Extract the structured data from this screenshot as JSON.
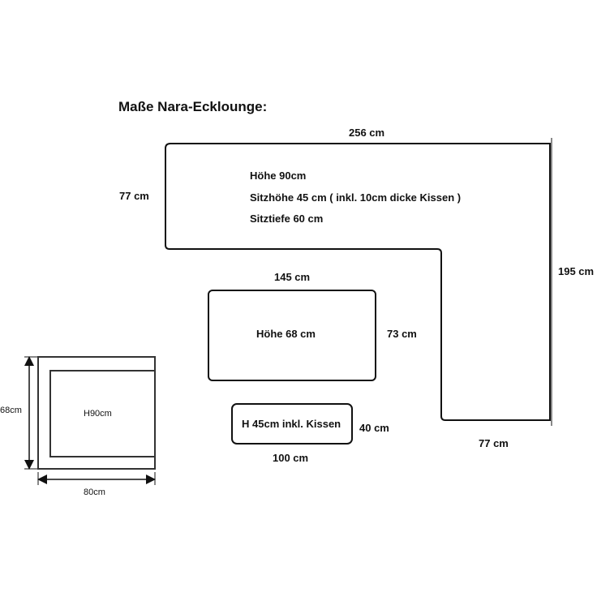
{
  "title": "Maße Nara-Ecklounge:",
  "corner_sofa": {
    "width": "256 cm",
    "depth_left": "77 cm",
    "height_right": "195 cm",
    "depth_bottom": "77 cm",
    "specs": [
      "Höhe 90cm",
      "Sitzhöhe 45 cm ( inkl. 10cm dicke Kissen )",
      "Sitztiefe 60 cm"
    ]
  },
  "table": {
    "width": "145 cm",
    "depth": "73 cm",
    "height": "Höhe 68 cm"
  },
  "stool": {
    "width": "100 cm",
    "depth": "40 cm",
    "height": "H 45cm inkl. Kissen"
  },
  "chair": {
    "height": "68cm",
    "width": "80cm",
    "seat": "H90cm"
  }
}
